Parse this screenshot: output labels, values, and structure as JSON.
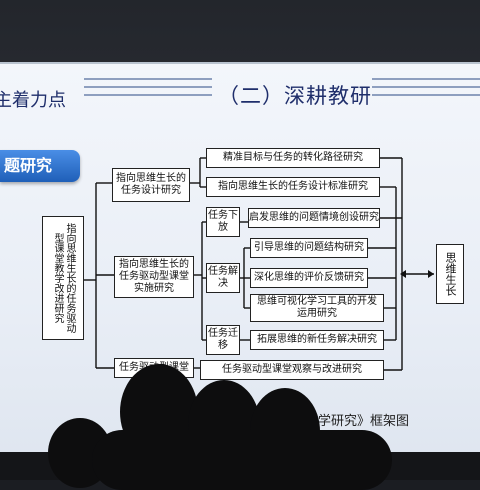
{
  "slide": {
    "title": "（二）深耕教研",
    "section_fragment": "主着力点",
    "tag": "题研究",
    "caption": "学研究》框架图"
  },
  "diagram": {
    "root": "指向思维生长的任务驱动型课堂教学改进研究",
    "branches": [
      "指向思维生长的任务设计研究",
      "指向思维生长的任务驱动型课堂实施研究",
      "任务驱动型课堂"
    ],
    "stages": [
      "任务下放",
      "任务解决",
      "任务迁移"
    ],
    "leaves": [
      "精准目标与任务的转化路径研究",
      "指向思维生长的任务设计标准研究",
      "启发思维的问题情境创设研究",
      "引导思维的问题结构研究",
      "深化思维的评价反馈研究",
      "思维可视化学习工具的开发运用研究",
      "拓展思维的新任务解决研究",
      "任务驱动型课堂观察与改进研究"
    ],
    "result": "思维生长"
  }
}
